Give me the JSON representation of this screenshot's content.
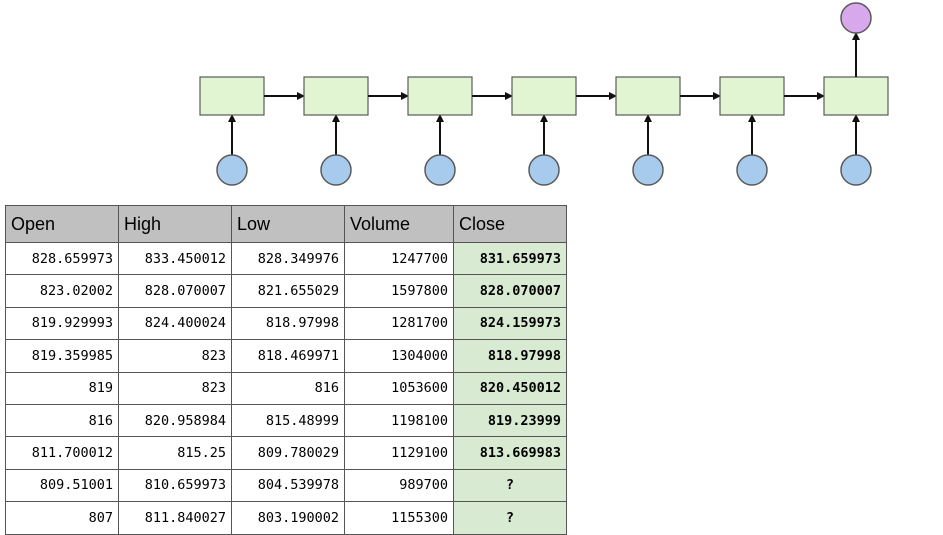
{
  "diagram": {
    "cell_count": 7,
    "colors": {
      "cell_fill": "#e1f5d3",
      "cell_stroke": "#5a5a5a",
      "input_fill": "#a7cbec",
      "output_fill": "#d8a8ec",
      "arrow": "#111111"
    }
  },
  "table": {
    "columns": [
      "Open",
      "High",
      "Low",
      "Volume",
      "Close"
    ],
    "rows": [
      [
        "828.659973",
        "833.450012",
        "828.349976",
        "1247700",
        "831.659973"
      ],
      [
        "823.02002",
        "828.070007",
        "821.655029",
        "1597800",
        "828.070007"
      ],
      [
        "819.929993",
        "824.400024",
        "818.97998",
        "1281700",
        "824.159973"
      ],
      [
        "819.359985",
        "823",
        "818.469971",
        "1304000",
        "818.97998"
      ],
      [
        "819",
        "823",
        "816",
        "1053600",
        "820.450012"
      ],
      [
        "816",
        "820.958984",
        "815.48999",
        "1198100",
        "819.23999"
      ],
      [
        "811.700012",
        "815.25",
        "809.780029",
        "1129100",
        "813.669983"
      ],
      [
        "809.51001",
        "810.659973",
        "804.539978",
        "989700",
        "?"
      ],
      [
        "807",
        "811.840027",
        "803.190002",
        "1155300",
        "?"
      ]
    ],
    "colors": {
      "header_bg": "#c0c0c0",
      "close_bg": "#d9ead3",
      "border": "#555555"
    }
  }
}
